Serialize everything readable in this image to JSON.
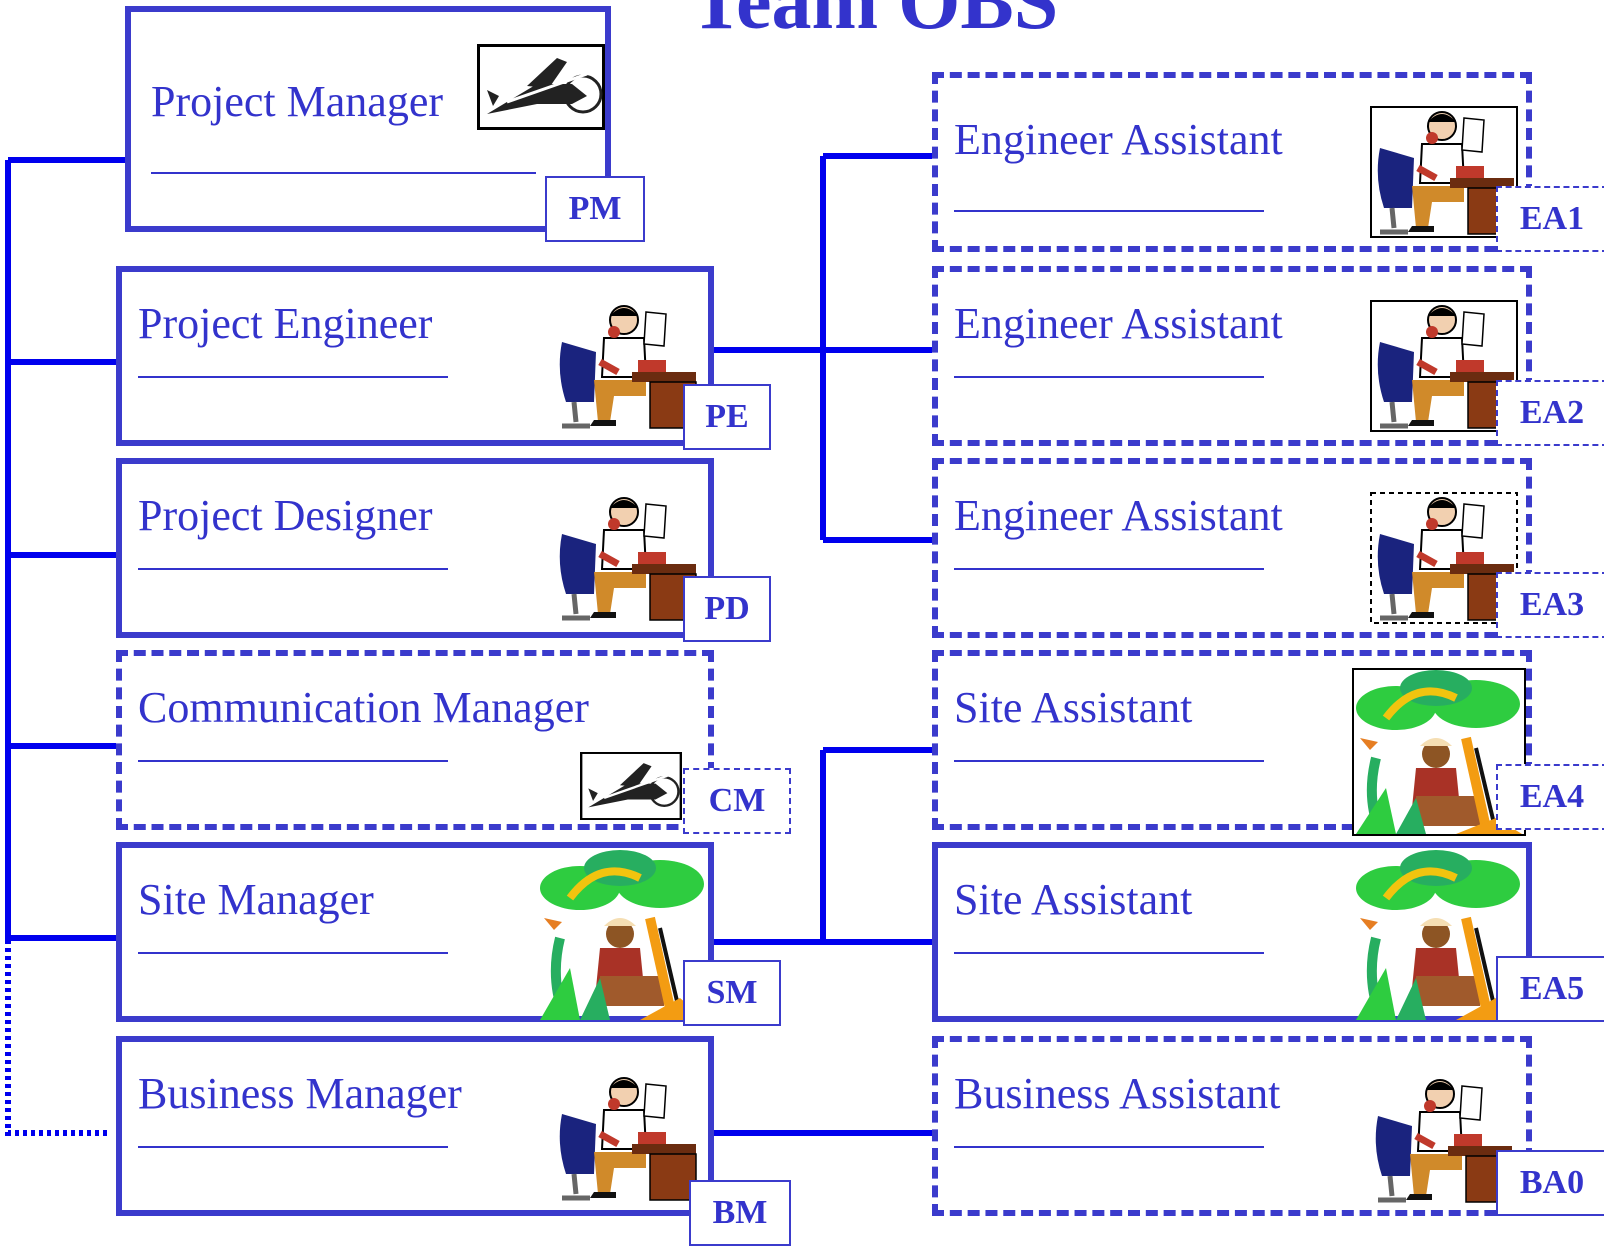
{
  "title": "Team OBS",
  "colors": {
    "primary": "#3333cc",
    "line": "#0000ee"
  },
  "left_column": [
    {
      "role": "Project Manager",
      "code": "PM",
      "icon": "airplane-icon",
      "border": "solid"
    },
    {
      "role": "Project Engineer",
      "code": "PE",
      "icon": "engineer-at-desk-icon",
      "border": "solid"
    },
    {
      "role": "Project Designer",
      "code": "PD",
      "icon": "engineer-at-desk-icon",
      "border": "solid"
    },
    {
      "role": "Communication  Manager",
      "code": "CM",
      "icon": "airplane-icon",
      "border": "dashed"
    },
    {
      "role": "Site Manager",
      "code": "SM",
      "icon": "jungle-worker-icon",
      "border": "solid"
    },
    {
      "role": "Business  Manager",
      "code": "BM",
      "icon": "engineer-at-desk-icon",
      "border": "solid"
    }
  ],
  "right_column": [
    {
      "role": "Engineer  Assistant",
      "code": "EA1",
      "icon": "engineer-at-desk-icon",
      "border": "dashed"
    },
    {
      "role": "Engineer  Assistant",
      "code": "EA2",
      "icon": "engineer-at-desk-icon",
      "border": "dashed"
    },
    {
      "role": "Engineer  Assistant",
      "code": "EA3",
      "icon": "engineer-at-desk-icon",
      "border": "dashed"
    },
    {
      "role": "Site Assistant",
      "code": "EA4",
      "icon": "jungle-worker-icon",
      "border": "dashed"
    },
    {
      "role": "Site Assistant",
      "code": "EA5",
      "icon": "jungle-worker-icon",
      "border": "solid"
    },
    {
      "role": "Business  Assistant",
      "code": "BA0",
      "icon": "engineer-at-desk-icon",
      "border": "dashed"
    }
  ],
  "connections": [
    {
      "from": "PE",
      "to": [
        "EA1",
        "EA2",
        "EA3"
      ]
    },
    {
      "from": "SM",
      "to": [
        "EA4",
        "EA5"
      ]
    },
    {
      "from": "BM",
      "to": [
        "BA0"
      ]
    }
  ]
}
